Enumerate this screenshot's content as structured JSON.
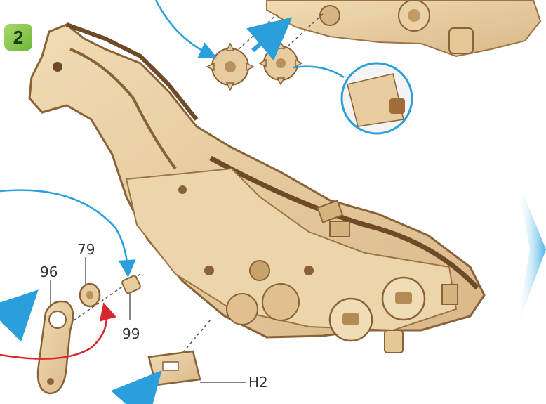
{
  "step": {
    "number": "2"
  },
  "parts": {
    "p96": "96",
    "p79": "79",
    "p99": "99",
    "h2": "H2"
  },
  "colors": {
    "wood_light": "#e8d0a4",
    "wood_mid": "#d2b07d",
    "wood_dark": "#8a6238",
    "arrow_blue": "#2a9fdc",
    "arrow_red": "#d8262c",
    "step_green": "#7cc043"
  }
}
